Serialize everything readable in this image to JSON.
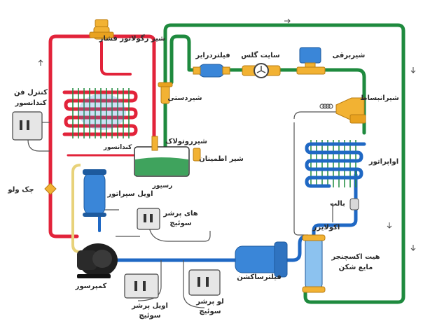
{
  "labels": {
    "pressure_regulator": "شیر رگولاتور فشار",
    "filter_dryer": "فیلتردرایر",
    "sight_glass": "سایت گلس",
    "solenoid_valve": "شیربرقی",
    "expansion_valve": "شیرانبساط",
    "hand_valve": "شیردستی",
    "condenser_fan_control_1": "کنترل فن",
    "condenser_fan_control_2": "کندانسور",
    "condenser": "کندانسور",
    "rotalock_valve": "شیرروتولاک",
    "safety_valve": "شیر اطمینان",
    "receiver": "رسیور",
    "evaporator": "اواپراتور",
    "check_valve": "چک ولو",
    "oil_separator": "اویل سپراتور",
    "bulb": "بالب",
    "equalizer": "اکولایزر",
    "high_pressure_switch_1": "های پرشر",
    "high_pressure_switch_2": "سوئیچ",
    "heat_exchanger_1": "هیت اکسچنجر",
    "heat_exchanger_2": "مایع شکن",
    "compressor": "کمپرسور",
    "suction_filter": "فیلترساکشن",
    "oil_pressure_switch_1": "اویل پرشر",
    "oil_pressure_switch_2": "سوئیچ",
    "low_pressure_switch_1": "لو پرشر",
    "low_pressure_switch_2": "سوئیچ"
  },
  "colors": {
    "liquid_line": "#1e8a3e",
    "discharge_line": "#e2233a",
    "suction_line": "#1f68c4",
    "oil_line": "#e8d27a",
    "brass": "#f2b233",
    "component_blue": "#3a86d8"
  }
}
